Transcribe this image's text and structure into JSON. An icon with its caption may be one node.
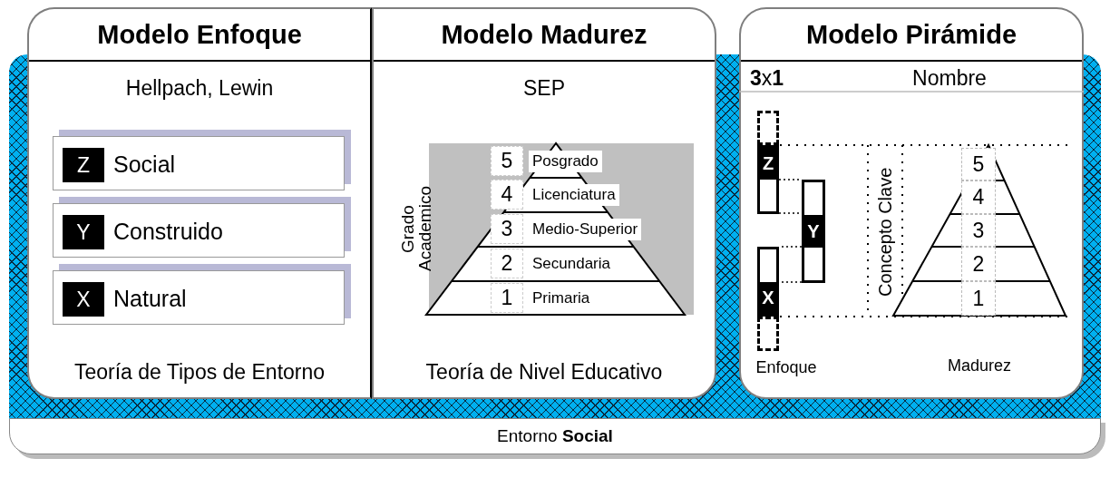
{
  "diagram": {
    "nodes": [
      {
        "text": [
          "Entorno **Social**"
        ]
      },
      {
        "text": [
          "Modelo Enfoque",
          "Hellpach, Lewin",
          "Teoría de Tipos de Entorno"
        ],
        "in": 0
      },
      {
        "text": [
          "Z",
          "Social"
        ],
        "in": 1
      },
      {
        "text": [
          "Y",
          "Construido"
        ],
        "in": 1
      },
      {
        "text": [
          "X",
          "Natural"
        ],
        "in": 1
      },
      {
        "text": [
          "Modelo Madurez",
          "SEP",
          "Teoría de Nivel Educativo"
        ],
        "in": 0
      },
      {
        "text": [
          "5",
          "Posgrado"
        ],
        "in": 5
      },
      {
        "text": [
          "4",
          "Licenciatura"
        ],
        "in": 5
      },
      {
        "text": [
          "3",
          "Medio-Superior"
        ],
        "in": 5
      },
      {
        "text": [
          "2",
          "Secundaria"
        ],
        "in": 5
      },
      {
        "text": [
          "1",
          "Primaria"
        ],
        "in": 5
      },
      {
        "text": [
          "Modelo Pirámide",
          "**3**x**1**",
          "Nombre"
        ],
        "in": 0
      },
      {
        "text": [],
        "shape": "box",
        "in": 11
      },
      {
        "text": [
          "Z"
        ],
        "in": 11
      },
      {
        "text": [
          "Y"
        ],
        "in": 11
      },
      {
        "text": [
          "X"
        ],
        "in": 11
      },
      {
        "text": [],
        "shape": "box",
        "in": 11
      },
      {
        "text": [
          "5"
        ],
        "in": 11
      },
      {
        "text": [
          "4"
        ],
        "in": 11
      },
      {
        "text": [
          "3"
        ],
        "in": 11
      },
      {
        "text": [
          "2"
        ],
        "in": 11
      },
      {
        "text": [
          "1"
        ],
        "in": 11
      }
    ],
    "edges": [
      {
        "from": 13,
        "to": 14,
        "arrow": "none",
        "style": "dashed"
      },
      {
        "from": 13,
        "to": 14,
        "arrow": "none",
        "style": "dashed"
      },
      {
        "from": 14,
        "to": 15,
        "arrow": "none",
        "style": "dashed"
      },
      {
        "from": 14,
        "to": 15,
        "arrow": "none",
        "style": "dashed"
      }
    ],
    "labels": [
      "Grado Academico",
      "Concepto Clave",
      "Enfoque",
      "Madurez"
    ]
  }
}
